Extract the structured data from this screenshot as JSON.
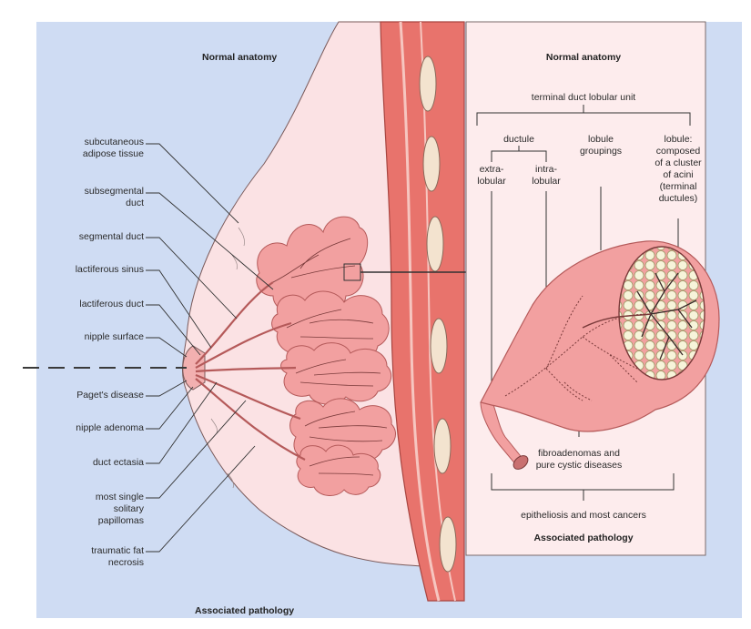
{
  "left_panel": {
    "heading": "Normal anatomy",
    "footer": "Associated pathology",
    "labels": {
      "subcutaneous_adipose": "subcutaneous\nadipose tissue",
      "subsegmental_duct": "subsegmental\nduct",
      "segmental_duct": "segmental duct",
      "lactiferous_sinus": "lactiferous sinus",
      "lactiferous_duct": "lactiferous duct",
      "nipple_surface": "nipple surface",
      "pagets_disease": "Paget's disease",
      "nipple_adenoma": "nipple adenoma",
      "duct_ectasia": "duct ectasia",
      "single_papillomas": "most single\nsolitary\npapillomas",
      "traumatic_fat_necrosis": "traumatic fat\nnecrosis"
    }
  },
  "right_panel": {
    "heading": "Normal anatomy",
    "tdlu": "terminal duct lobular unit",
    "ductule": "ductule",
    "extralobular": "extra-\nlobular",
    "intralobular": "intra-\nlobular",
    "lobule_groupings": "lobule\ngroupings",
    "lobule_composed": "lobule:\ncomposed\nof a cluster\nof acini\n(terminal\nductules)",
    "fibroadenomas": "fibroadenomas and\npure cystic diseases",
    "epitheliosis": "epitheliosis and most cancers",
    "footer": "Associated pathology"
  },
  "colors": {
    "background_blue": "#cfdcf3",
    "tissue_pink": "#fbe2e4",
    "lobule_pink": "#f2a0a0",
    "lobule_outline": "#b55a5a",
    "muscle_red": "#e8736c",
    "muscle_dark": "#c94d47",
    "rib_cream": "#f3e3cf",
    "inset_bg": "#fdeced",
    "acini_cream": "#f6f3d6",
    "line": "#3a3a3a"
  }
}
